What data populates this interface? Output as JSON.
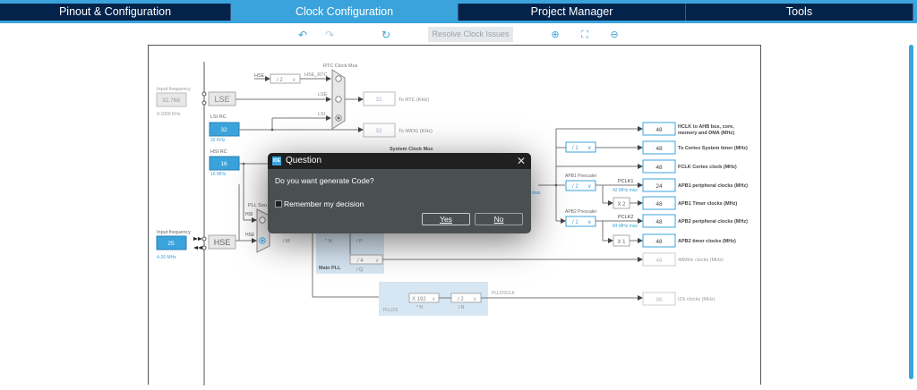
{
  "nav": {
    "tabs": [
      {
        "label": "Pinout & Configuration",
        "active": false
      },
      {
        "label": "Clock Configuration",
        "active": true
      },
      {
        "label": "Project Manager",
        "active": false
      },
      {
        "label": "Tools",
        "active": false
      }
    ]
  },
  "toolbar": {
    "undo_icon": "undo-icon",
    "redo_icon": "redo-icon",
    "reset_icon": "refresh-icon",
    "resolve_label": "Resolve Clock Issues",
    "zoom_in_icon": "zoom-in-icon",
    "fit_icon": "fit-screen-icon",
    "zoom_out_icon": "zoom-out-icon"
  },
  "diagram": {
    "lse_input": {
      "label": "Input frequency",
      "value": "32.768",
      "range": "0-1000 KHz"
    },
    "lse_label": "LSE",
    "lsi": {
      "label": "LSI RC",
      "value": "32",
      "unit": "32 KHz"
    },
    "hsi": {
      "label": "HSI RC",
      "value": "16",
      "unit": "16 MHz"
    },
    "hse_input": {
      "label": "Input frequency",
      "value": "25",
      "range": "4-26 MHz"
    },
    "hse_label": "HSE",
    "rtc_mux": {
      "title": "RTC Clock Mux",
      "inputs": [
        "HSE_RTC",
        "LSE",
        "LSI"
      ],
      "hse_label": "HSE",
      "hse_div": "/ 2"
    },
    "rtc_out": {
      "value": "32",
      "label": "To RTC (KHz)"
    },
    "iwdg_out": {
      "value": "32",
      "label": "To IWDG (KHz)"
    },
    "sysclk_mux_title": "System Clock Mux",
    "pll_source": {
      "title": "PLL Source Mux",
      "inputs": [
        "HSI",
        "HSE"
      ]
    },
    "pll_m_label": "/ M",
    "main_pll": {
      "title": "Main PLL",
      "n_label": "* N",
      "p_label": "/ P",
      "q_value": "/ 4",
      "q_label": "/ Q"
    },
    "plli2s": {
      "title": "PLLI2S",
      "n_value": "X 192",
      "n_label": "* N",
      "r_value": "/ 2",
      "r_label": "/ R",
      "out_label": "PLLI2SCLK"
    },
    "ahb_max": "max",
    "outputs": [
      {
        "value": "48",
        "label": "HCLK to AHB bus, core,",
        "label2": "memory and DMA (MHz)"
      },
      {
        "value": "48",
        "label": "To Cortex System timer (MHz)",
        "prescaler": "/ 1"
      },
      {
        "value": "48",
        "label": "FCLK Cortex clock (MHz)"
      },
      {
        "value": "24",
        "label": "APB1 peripheral clocks (MHz)"
      },
      {
        "value": "48",
        "label": "APB1 Timer clocks (MHz)"
      },
      {
        "value": "48",
        "label": "APB2 peripheral clocks (MHz)"
      },
      {
        "value": "48",
        "label": "APB2 timer clocks (MHz)"
      },
      {
        "value": "48",
        "label": "48MHz clocks (MHz)"
      },
      {
        "value": "96",
        "label": "I2S clocks (MHz)"
      }
    ],
    "apb1": {
      "title": "APB1 Prescaler",
      "value": "/ 2",
      "pclk": "PCLK1",
      "max": "42 MHz max",
      "timer_mult": "X 2"
    },
    "apb2": {
      "title": "APB2 Prescaler",
      "value": "/ 1",
      "pclk": "PCLK2",
      "max": "84 MHz max",
      "timer_mult": "X 1"
    }
  },
  "dialog": {
    "title": "Question",
    "icon_text": "IDE",
    "message": "Do you want generate Code?",
    "checkbox_label": "Remember my decision",
    "checkbox_checked": false,
    "yes_label": "Yes",
    "no_label": "No"
  },
  "colors": {
    "nav_dark": "#03234b",
    "accent": "#3ba3dc",
    "pll_region": "#d6e6f3"
  }
}
